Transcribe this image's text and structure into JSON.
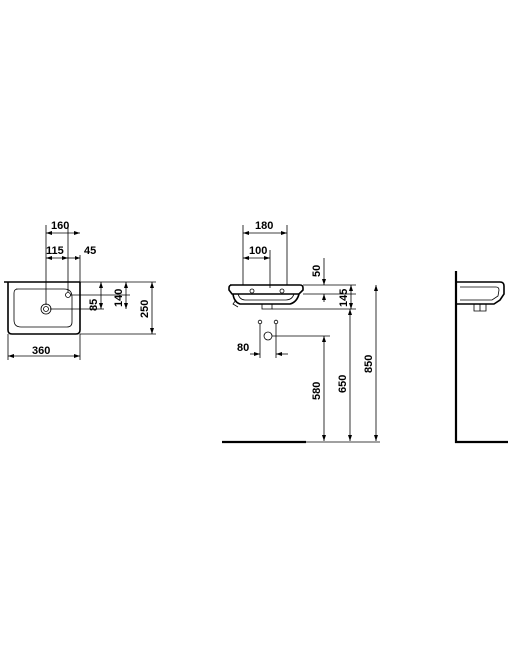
{
  "diagram": {
    "plan_view": {
      "dim_overall_width": "360",
      "dim_overall_depth": "250",
      "dim_tap_offset_a": "160",
      "dim_tap_offset_b": "115",
      "dim_tap_offset_c": "45",
      "dim_tap_depth_a": "85",
      "dim_tap_depth_b": "140"
    },
    "front_view": {
      "dim_top_a": "180",
      "dim_top_b": "100",
      "dim_rim_height": "50",
      "dim_bowl_height": "145",
      "dim_waste_offset": "80",
      "dim_height_a": "580",
      "dim_height_b": "650",
      "dim_height_c": "850"
    },
    "side_view": {}
  }
}
